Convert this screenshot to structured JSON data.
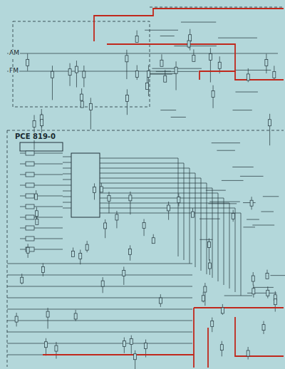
{
  "diagram": {
    "labels": [
      "AM",
      "FM",
      "PCE 819-0"
    ]
  }
}
